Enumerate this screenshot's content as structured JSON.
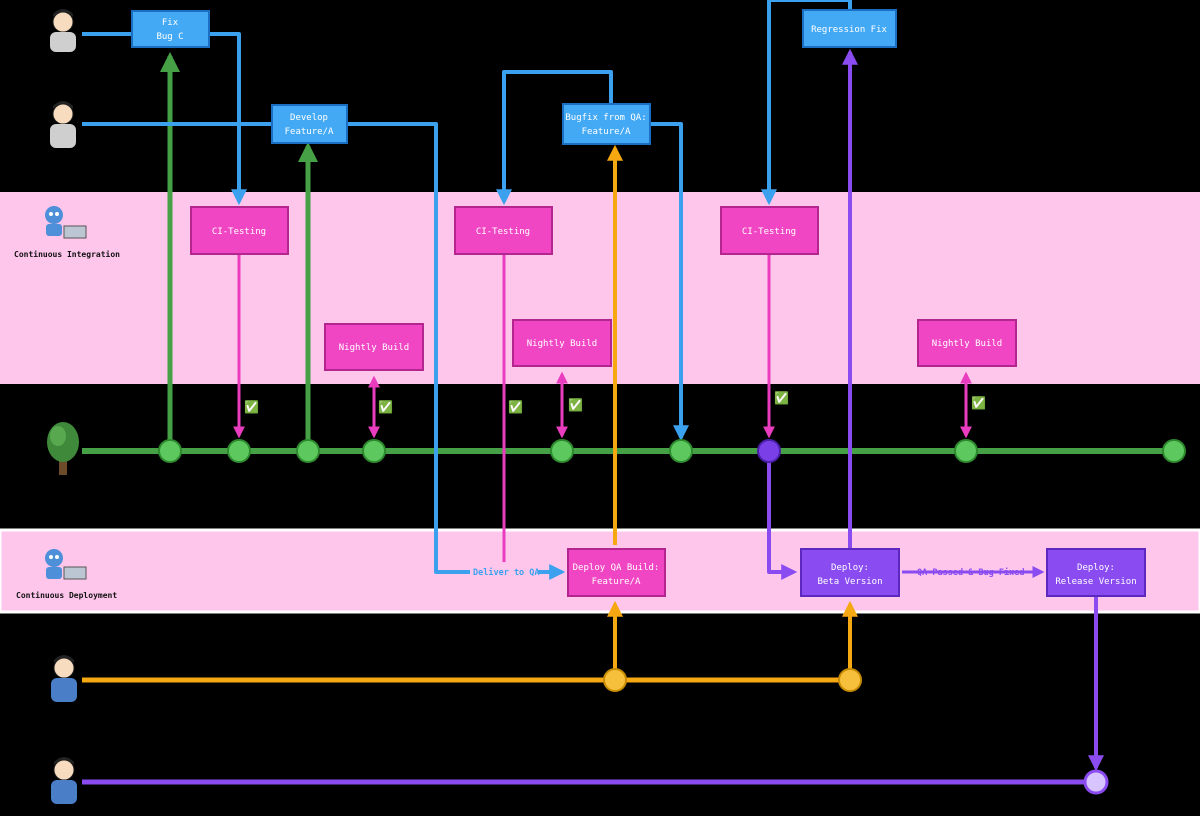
{
  "colors": {
    "background": "#000000",
    "band": "#ffc6ec",
    "band_edge": "#ffffff",
    "green": "#46a046",
    "blue": "#3ba1ef",
    "pink": "#e93cbf",
    "orange": "#f5a812",
    "purple": "#8a4cf0",
    "box_blue_fill": "#44a9f5",
    "box_blue_stroke": "#1a6fc2",
    "box_pink_fill": "#f046c3",
    "box_pink_stroke": "#b3258f",
    "box_purple_fill": "#8a4cf0",
    "box_purple_stroke": "#5d28bf",
    "node_green": "#5dc85d",
    "node_purple": "#7b3fe8",
    "node_orange": "#f7c03c",
    "node_light_purple": "#d8c5ff"
  },
  "lanes": {
    "ci": "Continuous Integration",
    "cd": "Continuous Deployment"
  },
  "boxes": {
    "fix_bug_c": [
      "Fix",
      "Bug C"
    ],
    "develop_feature": [
      "Develop",
      "Feature/A"
    ],
    "bugfix_from_qa": [
      "Bugfix from QA:",
      "Feature/A"
    ],
    "regression_fix": [
      "Regression Fix"
    ],
    "ci_testing_1": [
      "CI-Testing"
    ],
    "ci_testing_2": [
      "CI-Testing"
    ],
    "ci_testing_3": [
      "CI-Testing"
    ],
    "nightly_1": [
      "Nightly Build"
    ],
    "nightly_2": [
      "Nightly Build"
    ],
    "nightly_3": [
      "Nightly Build"
    ],
    "deploy_qa": [
      "Deploy QA Build:",
      "Feature/A"
    ],
    "deploy_beta": [
      "Deploy:",
      "Beta Version"
    ],
    "deploy_release": [
      "Deploy:",
      "Release Version"
    ]
  },
  "labels": {
    "deliver_to_qa": "Deliver to QA",
    "qa_passed": "QA Passed & Bug Fixed"
  },
  "icons": {
    "check": "✅",
    "ci_robot": "robot-laptop-icon",
    "cd_robot": "robot-laptop-icon",
    "tree": "tree-icon",
    "person": "person-icon"
  }
}
